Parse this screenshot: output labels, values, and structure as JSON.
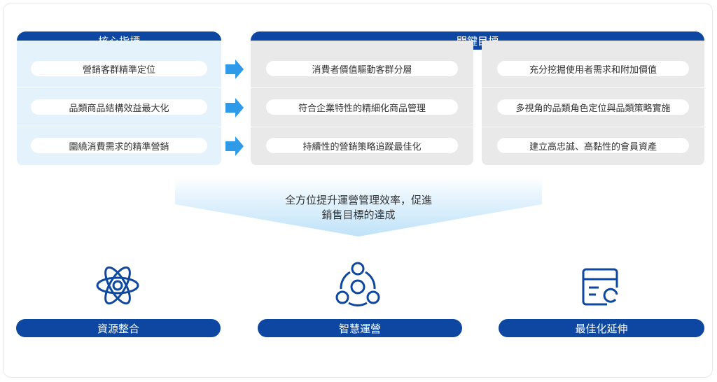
{
  "headers": {
    "core": "核心指標",
    "key": "關鍵目標"
  },
  "rows": [
    {
      "core": "營銷客群精準定位",
      "key_left": "消費者價值驅動客群分層",
      "key_right": "充分挖掘使用者需求和附加價值"
    },
    {
      "core": "品類商品結構效益最大化",
      "key_left": "符合企業特性的精細化商品管理",
      "key_right": "多視角的品類角色定位與品類策略實施"
    },
    {
      "core": "圍繞消費需求的精準營銷",
      "key_left": "持續性的營銷策略追蹤最佳化",
      "key_right": "建立高忠誠、高黏性的會員資產"
    }
  ],
  "summary": {
    "line1": "全方位提升運營管理效率，促進",
    "line2": "銷售目標的達成"
  },
  "outcomes": [
    {
      "label": "資源整合",
      "icon": "atom-icon"
    },
    {
      "label": "智慧運營",
      "icon": "cycle-network-icon"
    },
    {
      "label": "最佳化延伸",
      "icon": "document-refresh-icon"
    }
  ],
  "colors": {
    "primary": "#0d47a1",
    "light_blue": "#e4f2fc",
    "gray": "#e9e9e9",
    "arrow": "#2f9be8"
  }
}
